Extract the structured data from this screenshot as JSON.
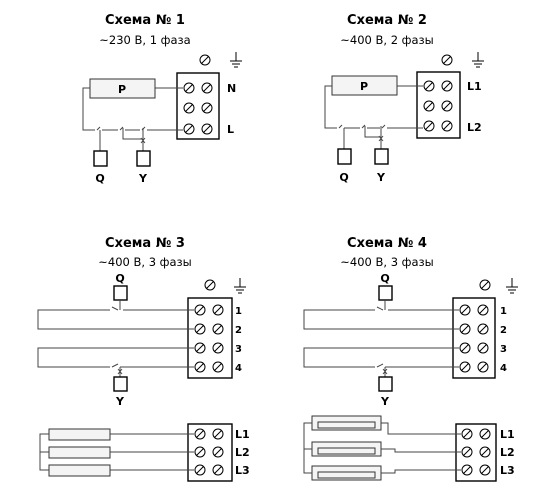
{
  "schemes": [
    {
      "title": "Схема № 1",
      "subtitle": "~230 В, 1 фаза",
      "terminals": [
        "N",
        "L"
      ],
      "resistor": "P",
      "switches": [
        "Q",
        "Y"
      ]
    },
    {
      "title": "Схема № 2",
      "subtitle": "~400 В, 2 фазы",
      "terminals": [
        "L1",
        "L2"
      ],
      "resistor": "P",
      "switches": [
        "Q",
        "Y"
      ]
    },
    {
      "title": "Схема № 3",
      "subtitle": "~400 В, 3 фазы",
      "control_terminals": [
        "1",
        "2",
        "3",
        "4"
      ],
      "power_terminals": [
        "L1",
        "L2",
        "L3"
      ],
      "switches": [
        "Q",
        "Y"
      ]
    },
    {
      "title": "Схема № 4",
      "subtitle": "~400 В, 3 фазы",
      "control_terminals": [
        "1",
        "2",
        "3",
        "4"
      ],
      "power_terminals": [
        "L1",
        "L2",
        "L3"
      ],
      "switches": [
        "Q",
        "Y"
      ]
    }
  ],
  "icons": [
    "ground-icon",
    "no-entry-icon",
    "terminal-screw-icon",
    "switch-contact-icon",
    "resistor-icon"
  ]
}
